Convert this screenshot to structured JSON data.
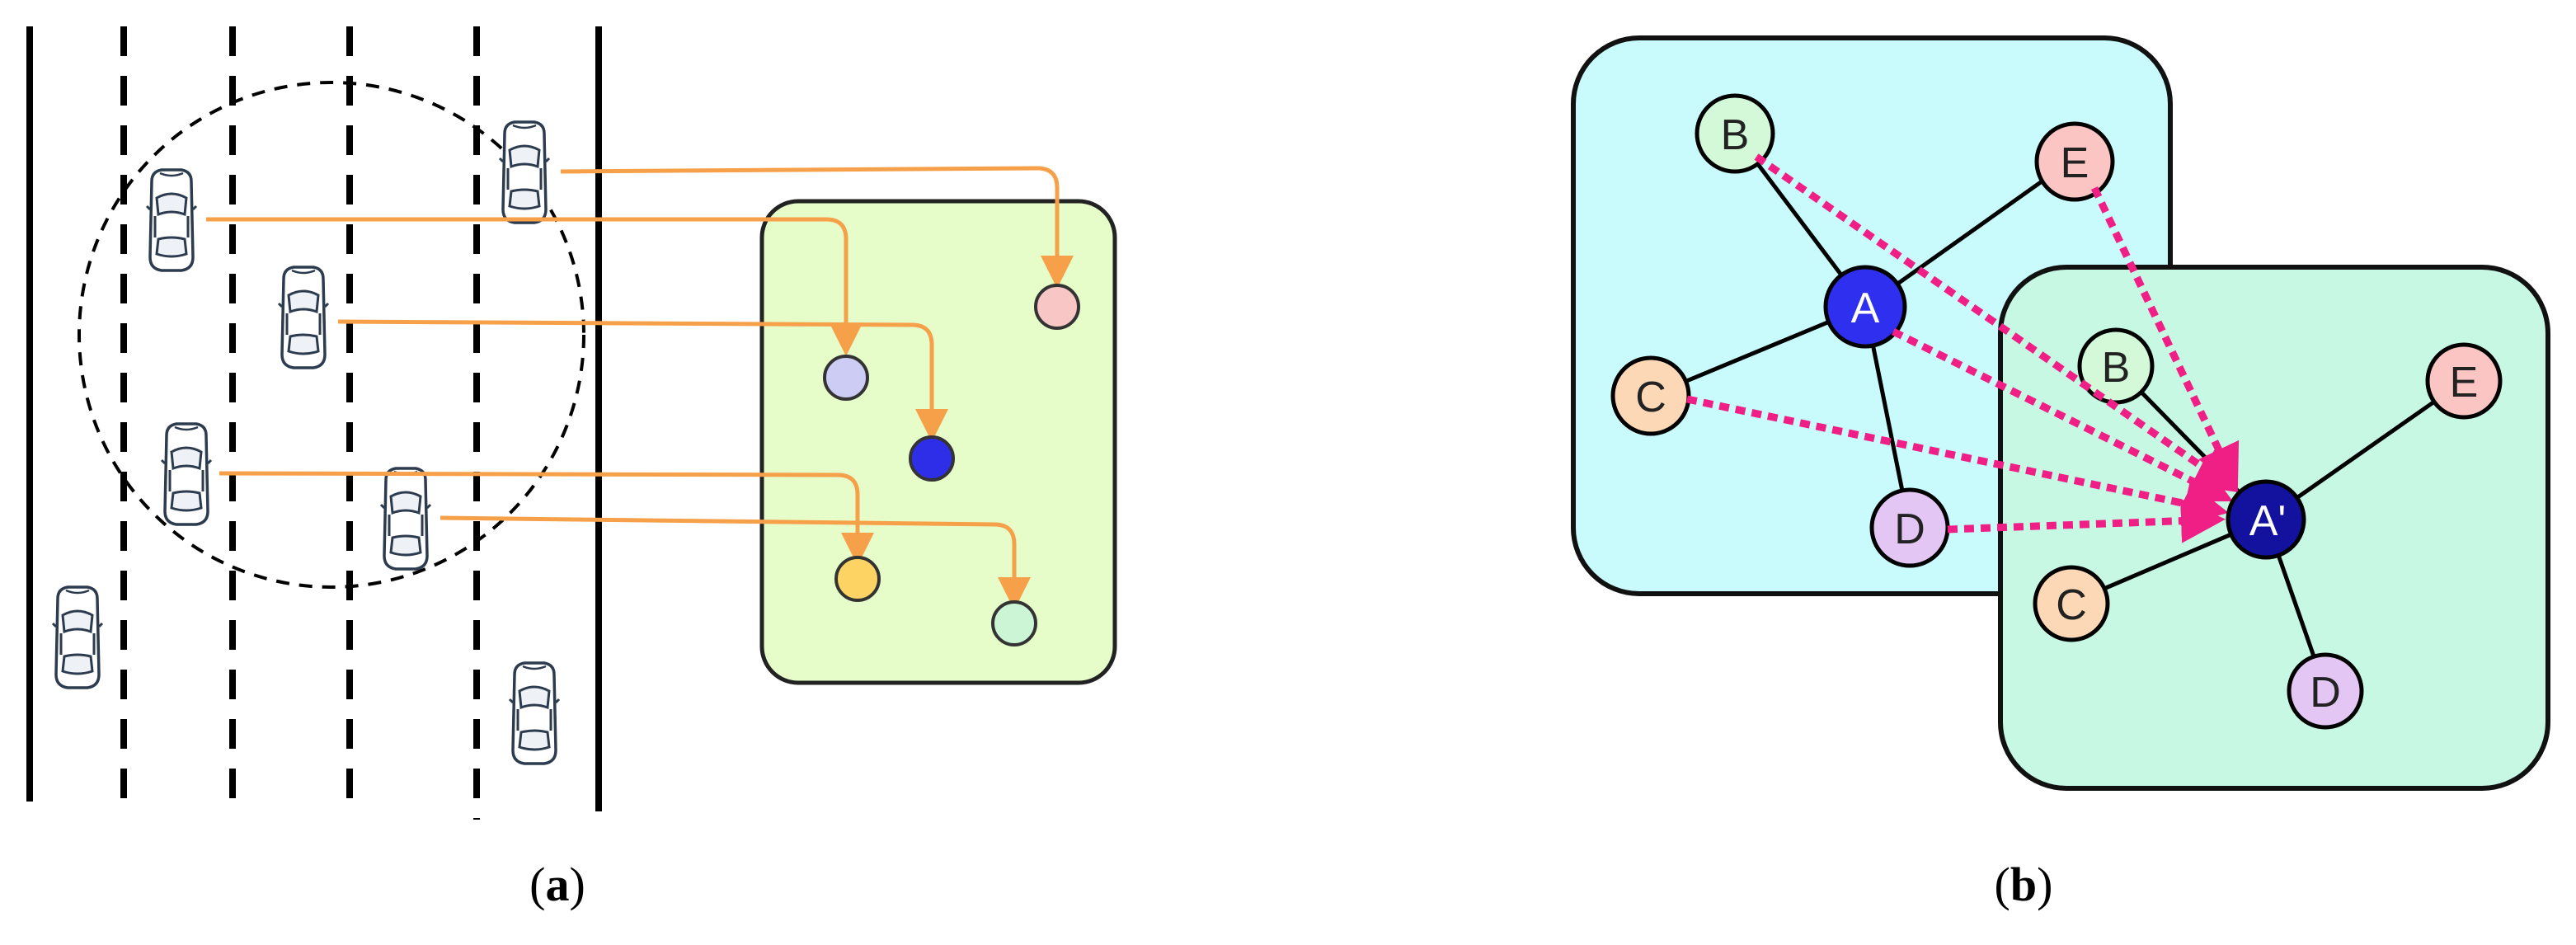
{
  "panel_a": {
    "caption_open": "(",
    "caption_letter": "a",
    "caption_close": ")",
    "colors": {
      "road_line": "#000000",
      "detection_circle": "#000000",
      "graph_box_fill": "#e6fcc9",
      "arrow": "#f6a04a"
    },
    "nodes": [
      {
        "id": "red",
        "color": "#f9c6c6"
      },
      {
        "id": "lavender",
        "color": "#ccccf5"
      },
      {
        "id": "blue",
        "color": "#2e2ee8"
      },
      {
        "id": "yellow",
        "color": "#fdd463"
      },
      {
        "id": "green",
        "color": "#ccf5d6"
      }
    ]
  },
  "panel_b": {
    "caption_open": "(",
    "caption_letter": "b",
    "caption_close": ")",
    "colors": {
      "back_box_fill": "#c9fbfc",
      "front_box_fill": "#c7f8e4",
      "edge": "#000000",
      "attention_arrow": "#f01f86"
    },
    "back_graph_nodes": [
      {
        "label": "A",
        "color": "#2f2ff0"
      },
      {
        "label": "B",
        "color": "#d3f9d8"
      },
      {
        "label": "C",
        "color": "#fcd8b6"
      },
      {
        "label": "D",
        "color": "#e4c6f4"
      },
      {
        "label": "E",
        "color": "#fac5c2"
      }
    ],
    "front_graph_nodes": [
      {
        "label": "A'",
        "color": "#12129e"
      },
      {
        "label": "B",
        "color": "#d3f9d8"
      },
      {
        "label": "C",
        "color": "#fcd8b6"
      },
      {
        "label": "D",
        "color": "#e4c6f4"
      },
      {
        "label": "E",
        "color": "#fac5c2"
      }
    ]
  }
}
